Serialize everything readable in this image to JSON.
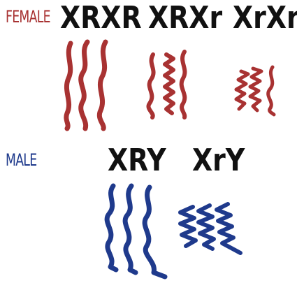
{
  "labels": {
    "female": "FEMALE",
    "male": "MALE"
  },
  "genotypes": {
    "female_homozygous_dominant": "XRXR",
    "female_heterozygous": "XRXr",
    "female_homozygous_recessive": "XrXr",
    "male_dominant": "XRY",
    "male_recessive": "XrY"
  },
  "colors": {
    "female": "#a83232",
    "male": "#1f3a8c",
    "text": "#111111"
  }
}
